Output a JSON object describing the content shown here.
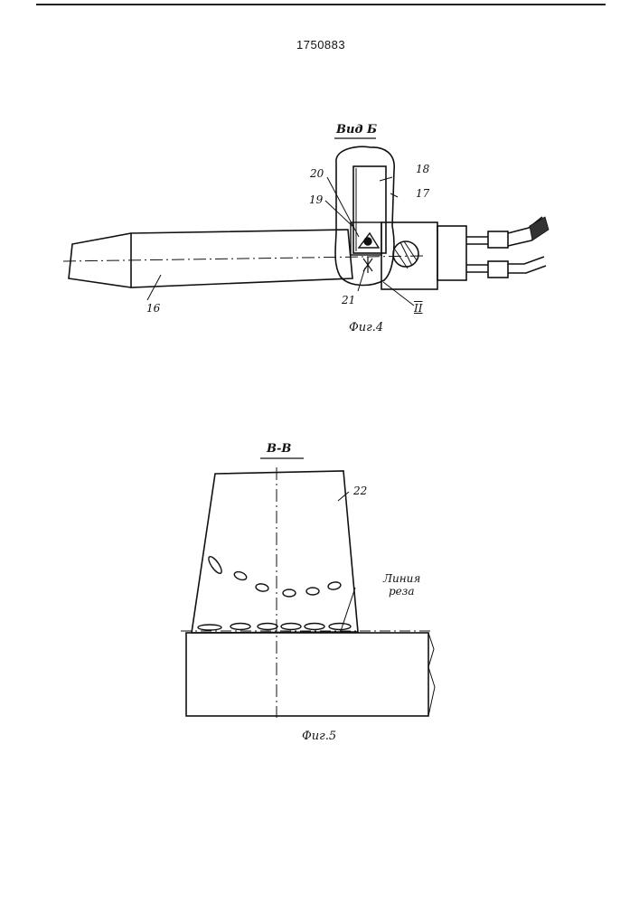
{
  "header": {
    "patent_number": "1750883"
  },
  "figure4": {
    "view_title": "Вид Б",
    "caption": "Фиг.4",
    "part_labels": {
      "p16": "16",
      "p17": "17",
      "p18": "18",
      "p19": "19",
      "p20": "20",
      "p21": "21",
      "p2": "II"
    }
  },
  "figure5": {
    "section_title": "В-В",
    "caption": "Фиг.5",
    "part_label": "22",
    "cut_line_label_1": "Линия",
    "cut_line_label_2": "реза"
  }
}
